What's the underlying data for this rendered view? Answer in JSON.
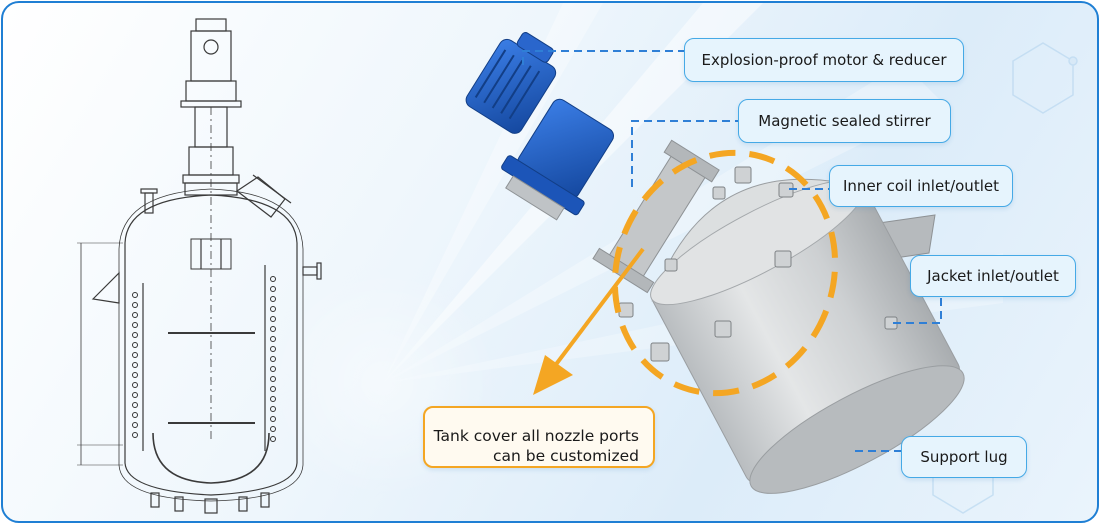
{
  "callouts": {
    "motor": "Explosion-proof motor & reducer",
    "stirrer": "Magnetic sealed stirrer",
    "inner_coil": "Inner coil inlet/outlet",
    "jacket": "Jacket inlet/outlet",
    "support": "Support lug",
    "tank_cover_line1": "Tank cover all nozzle ports",
    "tank_cover_line2": "can be customized"
  },
  "colors": {
    "frame_border": "#1f7fd4",
    "callout_border": "#45a9e6",
    "callout_fill": "#e6f4fd",
    "leader_line": "#2f7fd6",
    "highlight_orange": "#f4a623",
    "motor_blue": "#1f5fc9",
    "tank_gray": "#c9ccce"
  },
  "icons": {
    "engineering_drawing": "reactor-schematic-drawing",
    "product_photo": "stainless-reactor-vessel"
  }
}
